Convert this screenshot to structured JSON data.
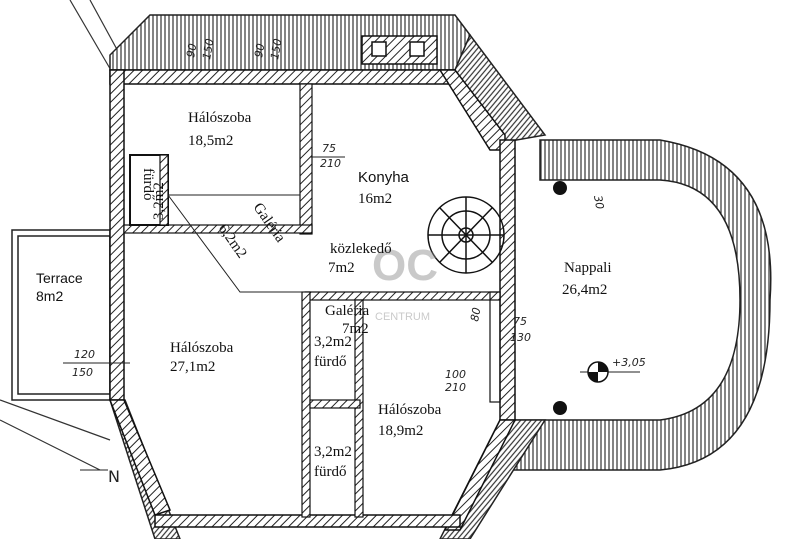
{
  "rooms": {
    "bedroom_top": {
      "name": "Hálószoba",
      "area": "18,5m2"
    },
    "bath_left": {
      "name": "fürdő",
      "area": "3,2m2"
    },
    "kitchen": {
      "name": "Konyha",
      "area": "16m2"
    },
    "gallery_left": {
      "name": "Galéria",
      "area": "6,2m2"
    },
    "hallway": {
      "name": "közlekedő",
      "area": "7m2"
    },
    "terrace": {
      "name": "Terrace",
      "area": "8m2"
    },
    "living": {
      "name": "Nappali",
      "area": "26,4m2"
    },
    "gallery_mid": {
      "name": "Galéria",
      "area": "7m2"
    },
    "bath_mid": {
      "name": "fürdő",
      "area": "3,2m2"
    },
    "bedroom_left": {
      "name": "Hálószoba",
      "area": "27,1m2"
    },
    "bedroom_right": {
      "name": "Hálószoba",
      "area": "18,9m2"
    },
    "bath_bottom": {
      "name": "fürdő",
      "area": "3,2m2"
    }
  },
  "dimensions": {
    "window_top_1": {
      "w": "90",
      "h": "150"
    },
    "window_top_2": {
      "w": "90",
      "h": "150"
    },
    "door_kitchen": {
      "w": "75",
      "h": "210"
    },
    "window_terrace": {
      "w": "120",
      "h": "150"
    },
    "window_right": {
      "w": "75",
      "h": "130"
    },
    "door_right": {
      "w": "100",
      "h": "210"
    },
    "door_gallery": "80",
    "living_offset": "30"
  },
  "level_marker": "+3,05",
  "north_label": "N",
  "watermark": {
    "logo": "OC",
    "text": "CENTRUM"
  }
}
